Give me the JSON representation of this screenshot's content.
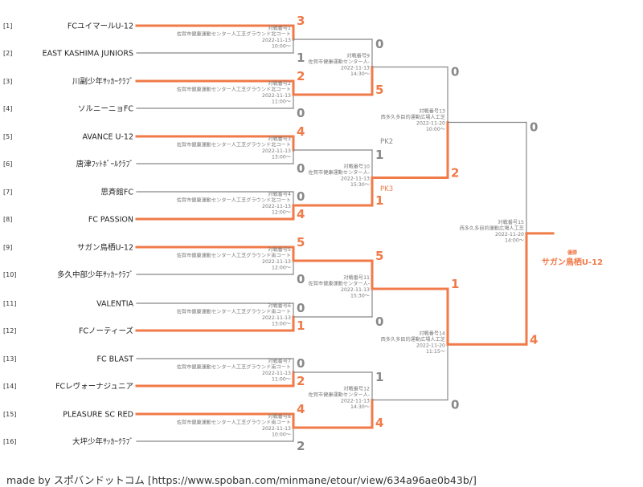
{
  "colors": {
    "win": "#f07a48",
    "lose": "#888888",
    "text": "#222222",
    "info": "#777777"
  },
  "teams": [
    {
      "seed": "[1]",
      "name": "FCユイマールU-12"
    },
    {
      "seed": "[2]",
      "name": "EAST KASHIMA JUNIORS"
    },
    {
      "seed": "[3]",
      "name": "川副少年ｻｯｶｰｸﾗﾌﾞ"
    },
    {
      "seed": "[4]",
      "name": "ソルニーニョFC"
    },
    {
      "seed": "[5]",
      "name": "AVANCE U-12"
    },
    {
      "seed": "[6]",
      "name": "唐津ﾌｯﾄﾎﾞｰﾙｸﾗﾌﾞ"
    },
    {
      "seed": "[7]",
      "name": "思斉館FC"
    },
    {
      "seed": "[8]",
      "name": "FC PASSION"
    },
    {
      "seed": "[9]",
      "name": "サガン鳥栖U-12"
    },
    {
      "seed": "[10]",
      "name": "多久中部少年ｻｯｶｰｸﾗﾌﾞ"
    },
    {
      "seed": "[11]",
      "name": "VALENTIA"
    },
    {
      "seed": "[12]",
      "name": "FCノーティーズ"
    },
    {
      "seed": "[13]",
      "name": "FC BLAST"
    },
    {
      "seed": "[14]",
      "name": "FCレヴォーナジュニア"
    },
    {
      "seed": "[15]",
      "name": "PLEASURE SC RED"
    },
    {
      "seed": "[16]",
      "name": "大坪少年ｻｯｶｰｸﾗﾌﾞ"
    }
  ],
  "rounds": [
    [
      {
        "match": "対戦番号1",
        "venue": "佐賀市健康運動センター人工芝グラウンド北コート",
        "date": "2022-11-13",
        "time": "10:00〜",
        "top": "3",
        "bottom": "1",
        "winner": "top"
      },
      {
        "match": "対戦番号2",
        "venue": "佐賀市健康運動センター人工芝グラウンド北コート",
        "date": "2022-11-13",
        "time": "11:00〜",
        "top": "2",
        "bottom": "0",
        "winner": "top"
      },
      {
        "match": "対戦番号3",
        "venue": "佐賀市健康運動センター人工芝グラウンド北コート",
        "date": "2022-11-13",
        "time": "13:00〜",
        "top": "4",
        "bottom": "0",
        "winner": "top"
      },
      {
        "match": "対戦番号4",
        "venue": "佐賀市健康運動センター人工芝グラウンド北コート",
        "date": "2022-11-13",
        "time": "12:00〜",
        "top": "0",
        "bottom": "4",
        "winner": "bottom"
      },
      {
        "match": "対戦番号5",
        "venue": "佐賀市健康運動センター人工芝グラウンド南コート",
        "date": "2022-11-13",
        "time": "12:00〜",
        "top": "5",
        "bottom": "0",
        "winner": "top"
      },
      {
        "match": "対戦番号6",
        "venue": "佐賀市健康運動センター人工芝グラウンド南コート",
        "date": "2022-11-13",
        "time": "13:00〜",
        "top": "0",
        "bottom": "1",
        "winner": "bottom"
      },
      {
        "match": "対戦番号7",
        "venue": "佐賀市健康運動センター人工芝グラウンド南コート",
        "date": "2022-11-13",
        "time": "11:00〜",
        "top": "0",
        "bottom": "2",
        "winner": "bottom"
      },
      {
        "match": "対戦番号8",
        "venue": "佐賀市健康運動センター人工芝グラウンド南コート",
        "date": "2022-11-13",
        "time": "10:00〜",
        "top": "4",
        "bottom": "2",
        "winner": "top"
      }
    ],
    [
      {
        "match": "対戦番号9",
        "venue": "佐賀市健康運動センター人-",
        "date": "2022-11-13",
        "time": "14:30〜",
        "top": "0",
        "bottom": "5",
        "winner": "bottom"
      },
      {
        "match": "対戦番号10",
        "venue": "佐賀市健康運動センター人-",
        "date": "2022-11-13",
        "time": "15:30〜",
        "top": "1",
        "bottom": "1",
        "top_pk": "PK2",
        "bottom_pk": "PK3",
        "winner": "bottom"
      },
      {
        "match": "対戦番号11",
        "venue": "佐賀市健康運動センター人-",
        "date": "2022-11-13",
        "time": "15:30〜",
        "top": "5",
        "bottom": "0",
        "winner": "top"
      },
      {
        "match": "対戦番号12",
        "venue": "佐賀市健康運動センター人-",
        "date": "2022-11-13",
        "time": "14:30〜",
        "top": "1",
        "bottom": "4",
        "winner": "bottom"
      }
    ],
    [
      {
        "match": "対戦番号13",
        "venue": "西多久多目的運動広場人工芝",
        "date": "2022-11-20",
        "time": "10:00〜",
        "top": "0",
        "bottom": "2",
        "winner": "bottom"
      },
      {
        "match": "対戦番号14",
        "venue": "西多久多目的運動広場人工芝",
        "date": "2022-11-20",
        "time": "11:15〜",
        "top": "1",
        "bottom": "0",
        "winner": "top"
      }
    ],
    [
      {
        "match": "対戦番号15",
        "venue": "西多久多目的運動広場人工芝",
        "date": "2022-11-20",
        "time": "14:00〜",
        "top": "0",
        "bottom": "4",
        "winner": "bottom"
      }
    ]
  ],
  "champion": {
    "label": "優勝",
    "name": "サガン鳥栖U-12"
  },
  "footer": "made by スポバンドットコム [https://www.spoban.com/minmane/etour/view/634a96ae0b43b/]"
}
